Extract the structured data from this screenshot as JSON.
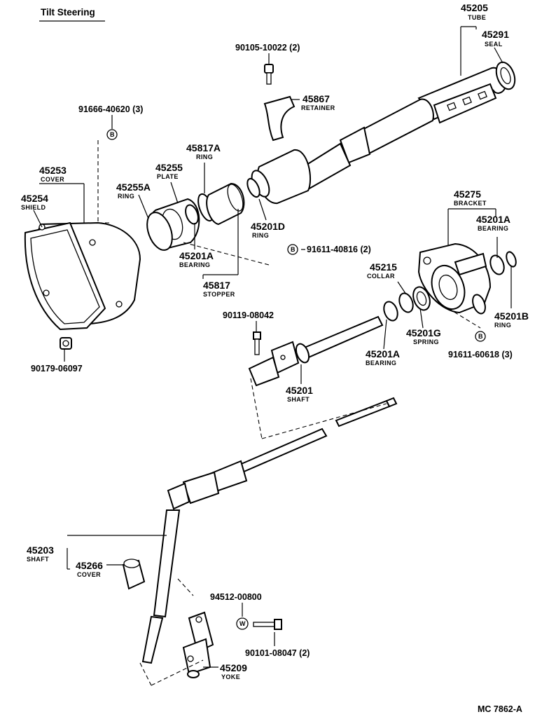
{
  "title": "Tilt Steering",
  "figure_code": "MC 7862-A",
  "parts": [
    {
      "id": "p45205",
      "num": "45205",
      "name": "TUBE"
    },
    {
      "id": "p45291",
      "num": "45291",
      "name": "SEAL"
    },
    {
      "id": "p90105",
      "num": "90105-10022 (2)",
      "name": ""
    },
    {
      "id": "p45867",
      "num": "45867",
      "name": "RETAINER"
    },
    {
      "id": "p91666",
      "num": "91666-40620 (3)",
      "name": ""
    },
    {
      "id": "p45817A",
      "num": "45817A",
      "name": "RING"
    },
    {
      "id": "p45255",
      "num": "45255",
      "name": "PLATE"
    },
    {
      "id": "p45253",
      "num": "45253",
      "name": "COVER"
    },
    {
      "id": "p45255A",
      "num": "45255A",
      "name": "RING"
    },
    {
      "id": "p45254",
      "num": "45254",
      "name": "SHIELD"
    },
    {
      "id": "p45275",
      "num": "45275",
      "name": "BRACKET"
    },
    {
      "id": "p45201A_r",
      "num": "45201A",
      "name": "BEARING"
    },
    {
      "id": "p45201D",
      "num": "45201D",
      "name": "RING"
    },
    {
      "id": "p91611_40816",
      "num": "91611-40816 (2)",
      "name": ""
    },
    {
      "id": "p45201A_l",
      "num": "45201A",
      "name": "BEARING"
    },
    {
      "id": "p45817",
      "num": "45817",
      "name": "STOPPER"
    },
    {
      "id": "p45215",
      "num": "45215",
      "name": "COLLAR"
    },
    {
      "id": "p90119",
      "num": "90119-08042",
      "name": ""
    },
    {
      "id": "p45201B",
      "num": "45201B",
      "name": "RING"
    },
    {
      "id": "p45201G",
      "num": "45201G",
      "name": "SPRING"
    },
    {
      "id": "p91611_60618",
      "num": "91611-60618 (3)",
      "name": ""
    },
    {
      "id": "p45201A_m",
      "num": "45201A",
      "name": "BEARING"
    },
    {
      "id": "p90179",
      "num": "90179-06097",
      "name": ""
    },
    {
      "id": "p45201",
      "num": "45201",
      "name": "SHAFT"
    },
    {
      "id": "p45203",
      "num": "45203",
      "name": "SHAFT"
    },
    {
      "id": "p45266",
      "num": "45266",
      "name": "COVER"
    },
    {
      "id": "p94512",
      "num": "94512-00800",
      "name": ""
    },
    {
      "id": "p90101",
      "num": "90101-08047 (2)",
      "name": ""
    },
    {
      "id": "p45209",
      "num": "45209",
      "name": "YOKE"
    }
  ],
  "markers": {
    "b": "B",
    "w": "W"
  }
}
